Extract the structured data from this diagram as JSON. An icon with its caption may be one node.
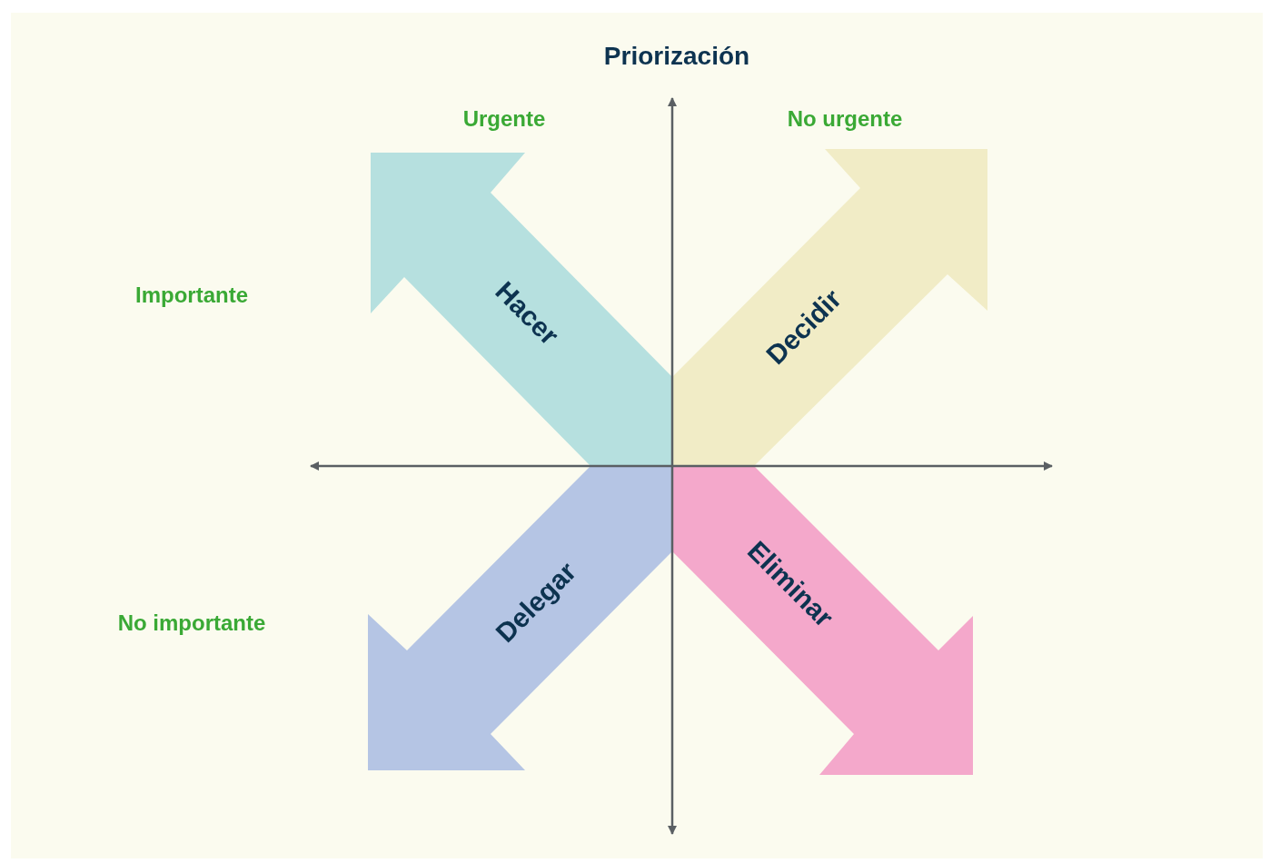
{
  "diagram": {
    "title": "Priorización",
    "nodes": [
      {
        "text": [
          "Hacer"
        ]
      },
      {
        "text": [
          "Decidir"
        ]
      },
      {
        "text": [
          "Delegar"
        ]
      },
      {
        "text": [
          "Eliminar"
        ]
      }
    ],
    "labels": [
      "Urgente",
      "No urgente",
      "Importante",
      "No importante"
    ]
  }
}
